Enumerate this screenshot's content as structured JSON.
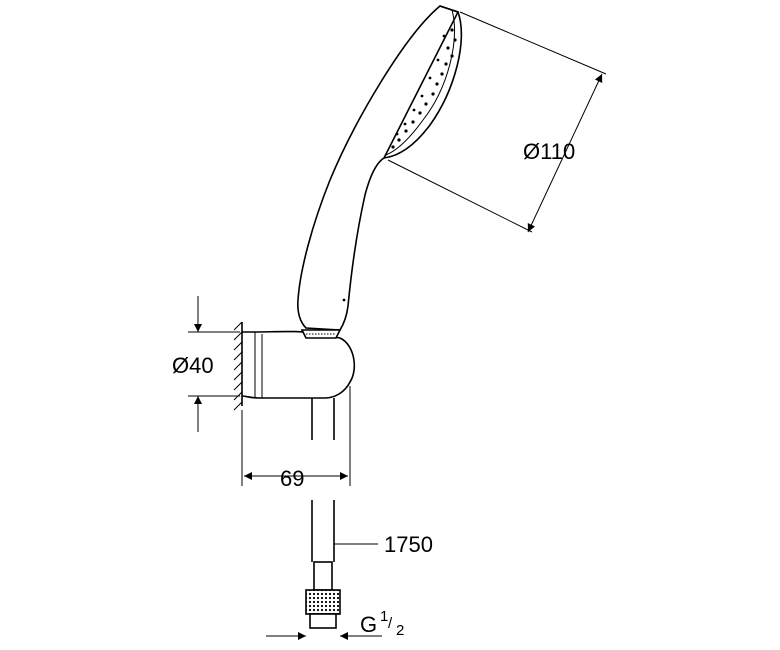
{
  "dimensions": {
    "head_diameter": "Ø110",
    "holder_diameter": "Ø40",
    "holder_depth": "69",
    "hose_length": "1750",
    "thread": {
      "main": "G",
      "num": "1",
      "den": "2"
    }
  },
  "colors": {
    "line": "#000000",
    "background": "#ffffff"
  }
}
